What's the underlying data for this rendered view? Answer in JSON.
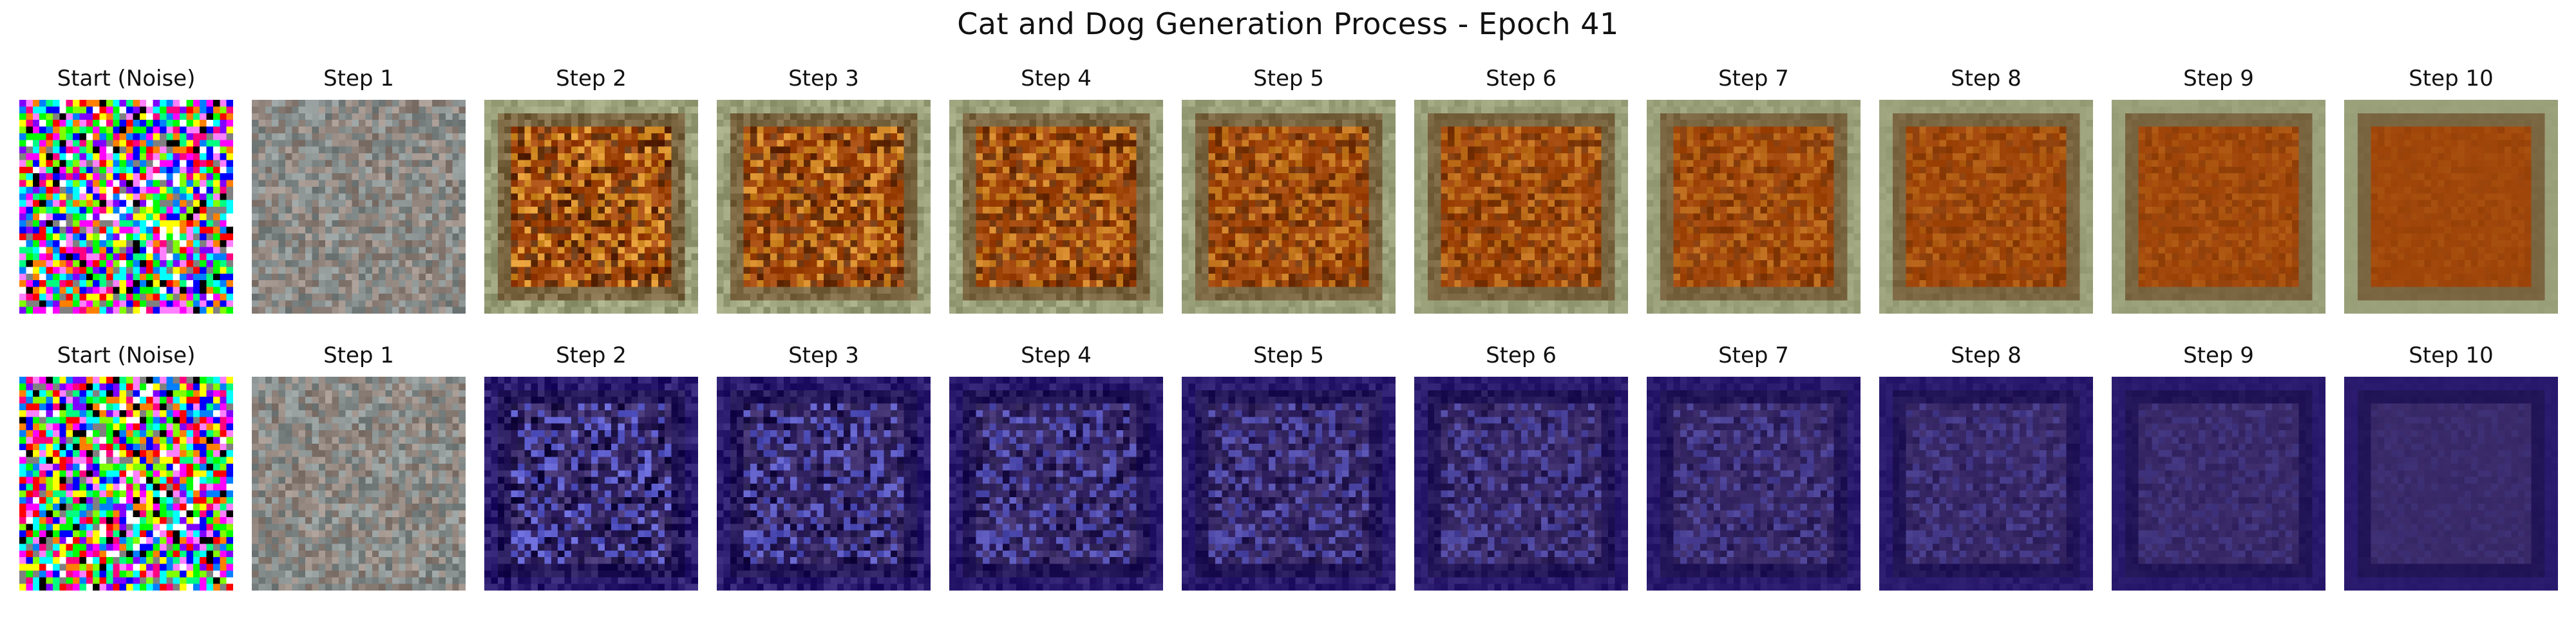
{
  "figure": {
    "title": "Cat and Dog Generation Process - Epoch 41"
  },
  "rows": [
    {
      "panels": [
        {
          "label": "Start (Noise)",
          "image": "random-rgb-noise"
        },
        {
          "label": "Step 1",
          "image": "blurry-grey-texture"
        },
        {
          "label": "Step 2",
          "image": "orange-brown-blotchy-square"
        },
        {
          "label": "Step 3",
          "image": "orange-brown-blotchy-square"
        },
        {
          "label": "Step 4",
          "image": "orange-brown-square"
        },
        {
          "label": "Step 5",
          "image": "orange-brown-square"
        },
        {
          "label": "Step 6",
          "image": "orange-brown-square"
        },
        {
          "label": "Step 7",
          "image": "orange-brown-square"
        },
        {
          "label": "Step 8",
          "image": "orange-brown-square"
        },
        {
          "label": "Step 9",
          "image": "orange-brown-square"
        },
        {
          "label": "Step 10",
          "image": "orange-brown-square"
        }
      ]
    },
    {
      "panels": [
        {
          "label": "Start (Noise)",
          "image": "random-rgb-noise"
        },
        {
          "label": "Step 1",
          "image": "blurry-grey-texture"
        },
        {
          "label": "Step 2",
          "image": "blue-purple-blotchy-square"
        },
        {
          "label": "Step 3",
          "image": "blue-purple-blotchy-square"
        },
        {
          "label": "Step 4",
          "image": "blue-purple-square"
        },
        {
          "label": "Step 5",
          "image": "blue-purple-square"
        },
        {
          "label": "Step 6",
          "image": "blue-purple-square"
        },
        {
          "label": "Step 7",
          "image": "blue-purple-square"
        },
        {
          "label": "Step 8",
          "image": "blue-purple-square"
        },
        {
          "label": "Step 9",
          "image": "blue-purple-square"
        },
        {
          "label": "Step 10",
          "image": "blue-purple-square"
        }
      ]
    }
  ],
  "colors": {
    "row1_border": "#9aa07a",
    "row1_core": "#a0460a",
    "row1_highlight": "#d8902a",
    "row1_dark": "#5a2a08",
    "row2_border": "#2a1a6e",
    "row2_core": "#3a2a6a",
    "row2_highlight": "#5a5ac8",
    "row2_dark": "#1a1040",
    "noise_grey": "#8a8a84"
  }
}
